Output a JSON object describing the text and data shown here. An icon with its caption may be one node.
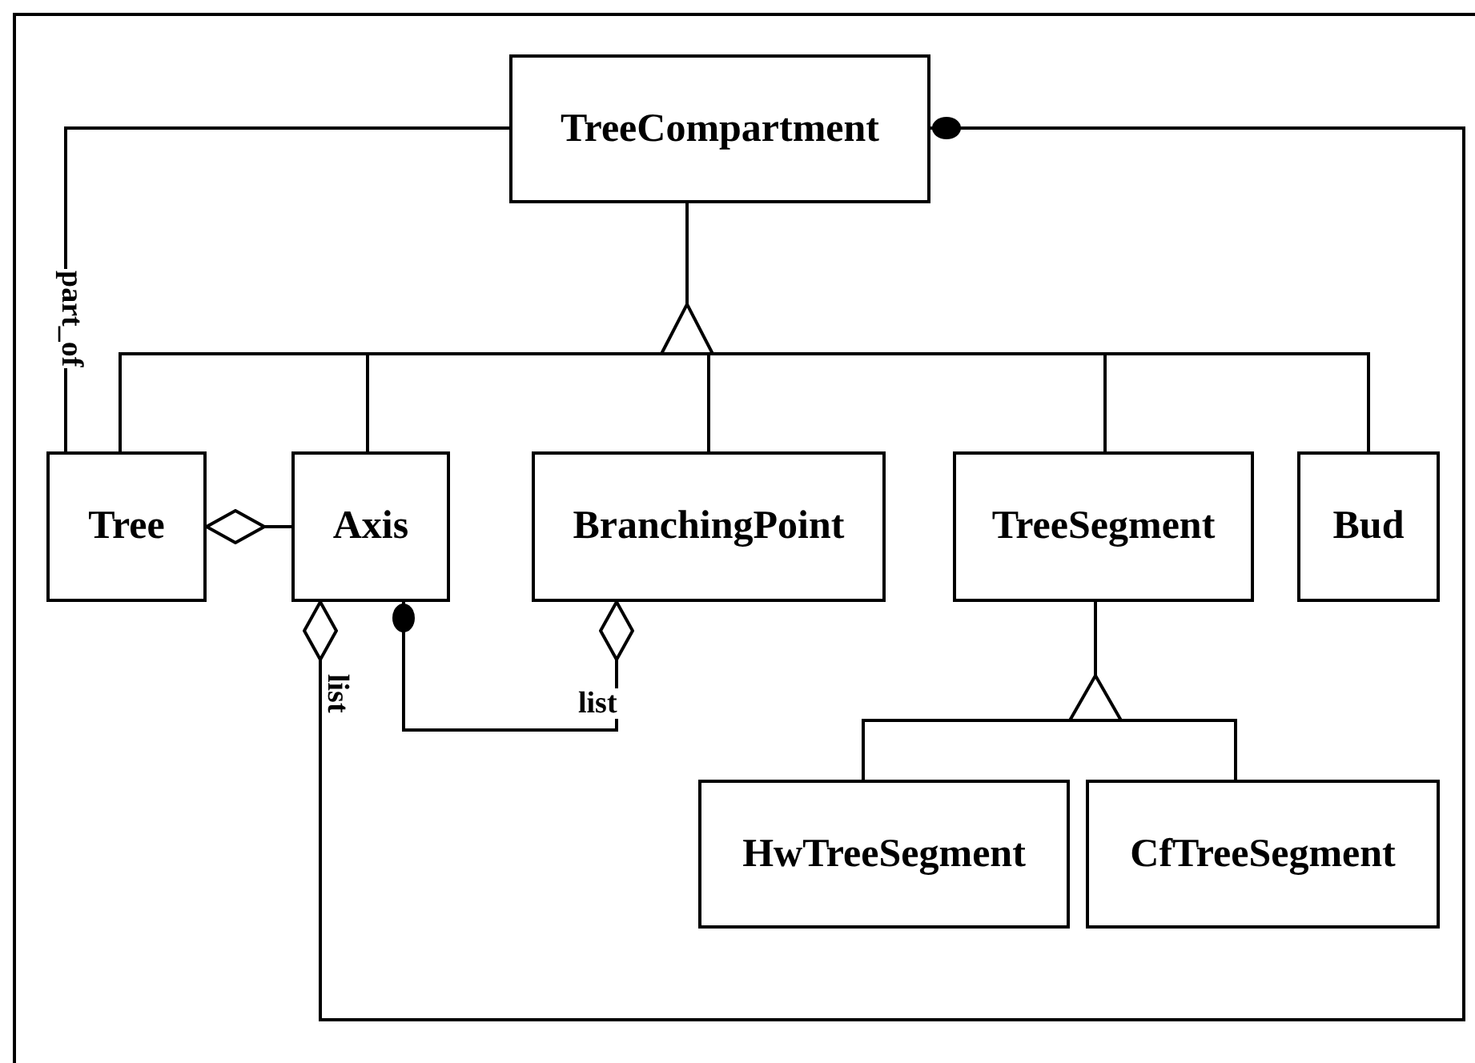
{
  "diagram": {
    "nodes": [
      {
        "text": [
          "TreeCompartment"
        ]
      },
      {
        "text": [
          "Tree"
        ]
      },
      {
        "text": [
          "Axis"
        ]
      },
      {
        "text": [
          "BranchingPoint"
        ]
      },
      {
        "text": [
          "TreeSegment"
        ]
      },
      {
        "text": [
          "Bud"
        ]
      },
      {
        "text": [
          "HwTreeSegment"
        ]
      },
      {
        "text": [
          "CfTreeSegment"
        ]
      }
    ],
    "edges": [
      {
        "from": 1,
        "to": 0,
        "arrow": "to"
      },
      {
        "from": 2,
        "to": 0,
        "arrow": "to"
      },
      {
        "from": 3,
        "to": 0,
        "arrow": "to"
      },
      {
        "from": 4,
        "to": 0,
        "arrow": "to"
      },
      {
        "from": 5,
        "to": 0,
        "arrow": "to"
      },
      {
        "from": 6,
        "to": 4,
        "arrow": "to"
      },
      {
        "from": 7,
        "to": 4,
        "arrow": "to"
      },
      {
        "from": 2,
        "to": 1,
        "arrow": "other"
      },
      {
        "from": 2,
        "to": 3,
        "arrow": "other",
        "label": "list"
      },
      {
        "from": 2,
        "to": 0,
        "arrow": "other",
        "label": "list"
      },
      {
        "from": 0,
        "to": 1,
        "arrow": "none",
        "label": "part_of"
      }
    ]
  }
}
